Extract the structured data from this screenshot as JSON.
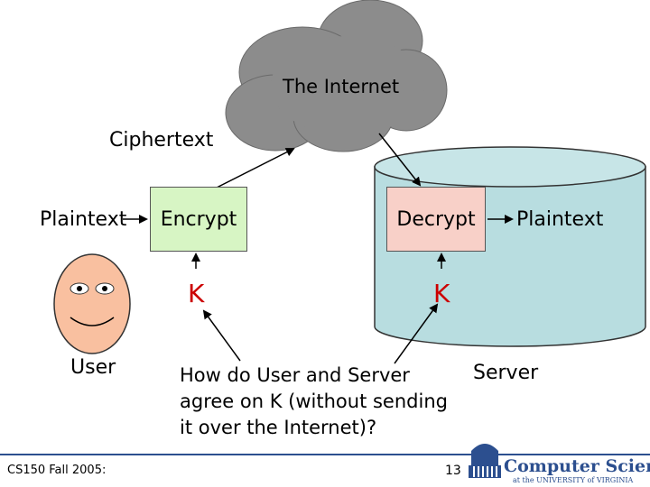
{
  "diagram": {
    "internet_label": "The Internet",
    "ciphertext_label": "Ciphertext",
    "plaintext_left": "Plaintext",
    "plaintext_right": "Plaintext",
    "encrypt_label": "Encrypt",
    "decrypt_label": "Decrypt",
    "key_left": "K",
    "key_right": "K",
    "user_label": "User",
    "server_label": "Server",
    "question_lines": [
      "How do User and Server",
      "agree on K (without sending",
      "it over the Internet)?"
    ]
  },
  "footer": {
    "course": "CS150 Fall 2005:",
    "page_number": "13",
    "logo_title": "Computer Science",
    "logo_subtitle": "at the UNIVERSITY of VIRGINIA"
  },
  "colors": {
    "cloud": "#8c8c8c",
    "server_cylinder": "#b8dde0",
    "encrypt_box": "#d7f5c4",
    "decrypt_box": "#f8d0c8",
    "face": "#f9c0a0",
    "key": "#cc0000",
    "footer_blue": "#2c4f8f"
  }
}
